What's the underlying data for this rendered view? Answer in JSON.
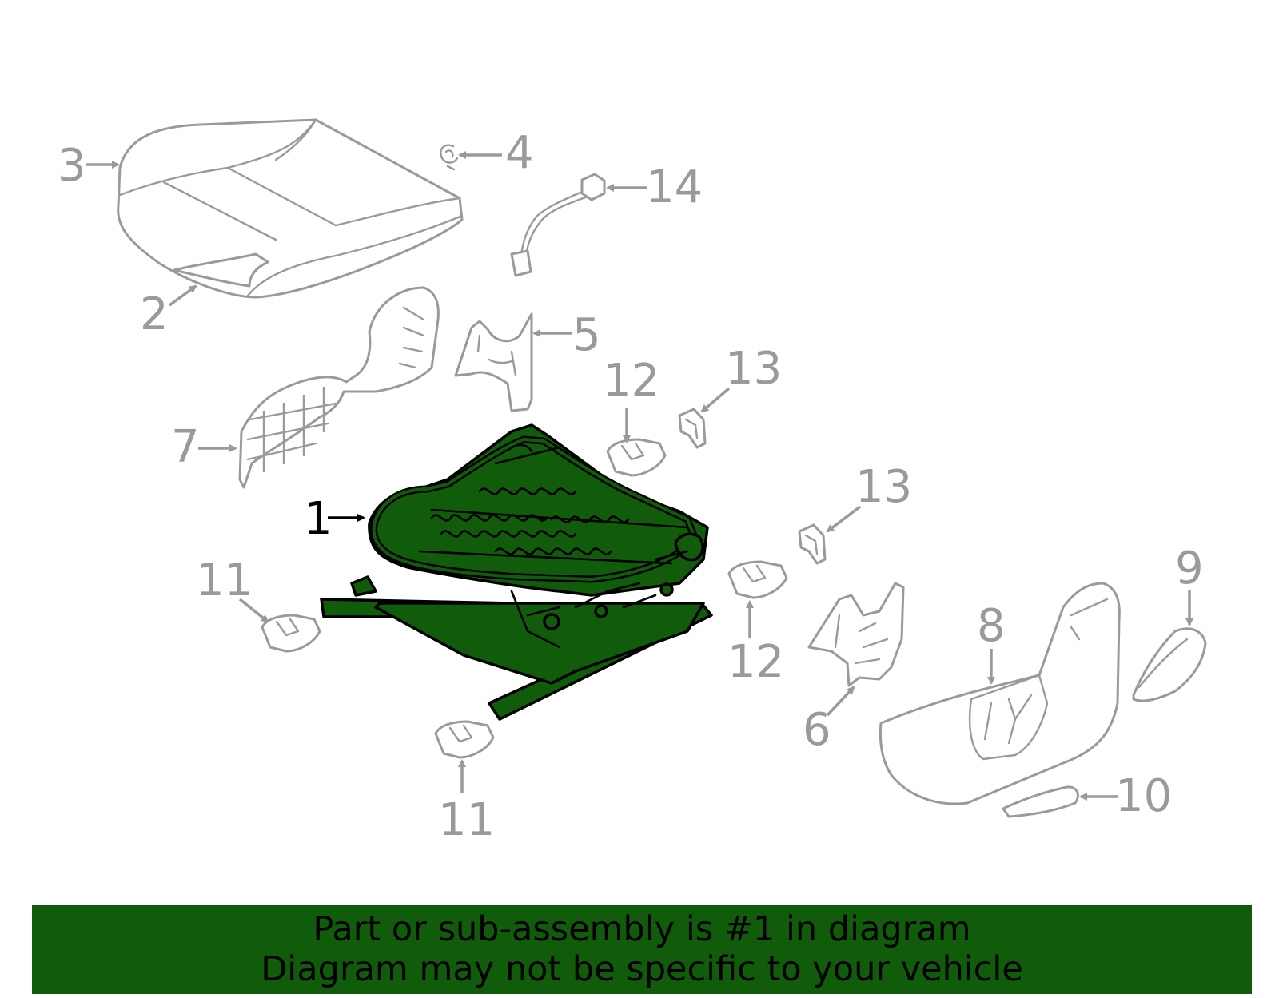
{
  "banner": {
    "line1": "Part or sub-assembly is #1 in diagram",
    "line2": "Diagram may not be specific to your vehicle",
    "background": "#115c0a"
  },
  "highlight_color": "#115c0a",
  "part_line_color": "#9a9a9a",
  "callouts": {
    "c1": "1",
    "c2": "2",
    "c3": "3",
    "c4": "4",
    "c5": "5",
    "c6": "6",
    "c7": "7",
    "c8": "8",
    "c9": "9",
    "c10": "10",
    "c11a": "11",
    "c11b": "11",
    "c12a": "12",
    "c12b": "12",
    "c13a": "13",
    "c13b": "13",
    "c14": "14"
  },
  "highlighted_part": "1"
}
